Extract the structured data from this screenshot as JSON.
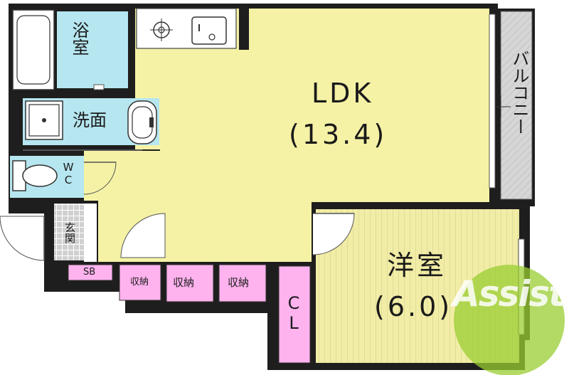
{
  "rooms": {
    "bath": "浴室",
    "washroom": "洗面",
    "wc": "WC",
    "entrance": "玄関",
    "shoe_box": "SB",
    "storage_small": "収納",
    "storage_1": "収納",
    "storage_2": "収納",
    "closet": "CL",
    "ldk": "LDK",
    "ldk_size": "(13.4)",
    "western": "洋室",
    "western_size": "(6.0)",
    "balcony": "バルコニー"
  },
  "watermark": "Assist",
  "colors": {
    "wall": "#222222",
    "ldk": "#f5f2a6",
    "bath": "#b6e6f0",
    "storage": "#ffb3ee",
    "western": "#f2eda6",
    "balcony": "#d3d3d3",
    "entrance": "#cccccc",
    "watermark": "#9acd32"
  }
}
